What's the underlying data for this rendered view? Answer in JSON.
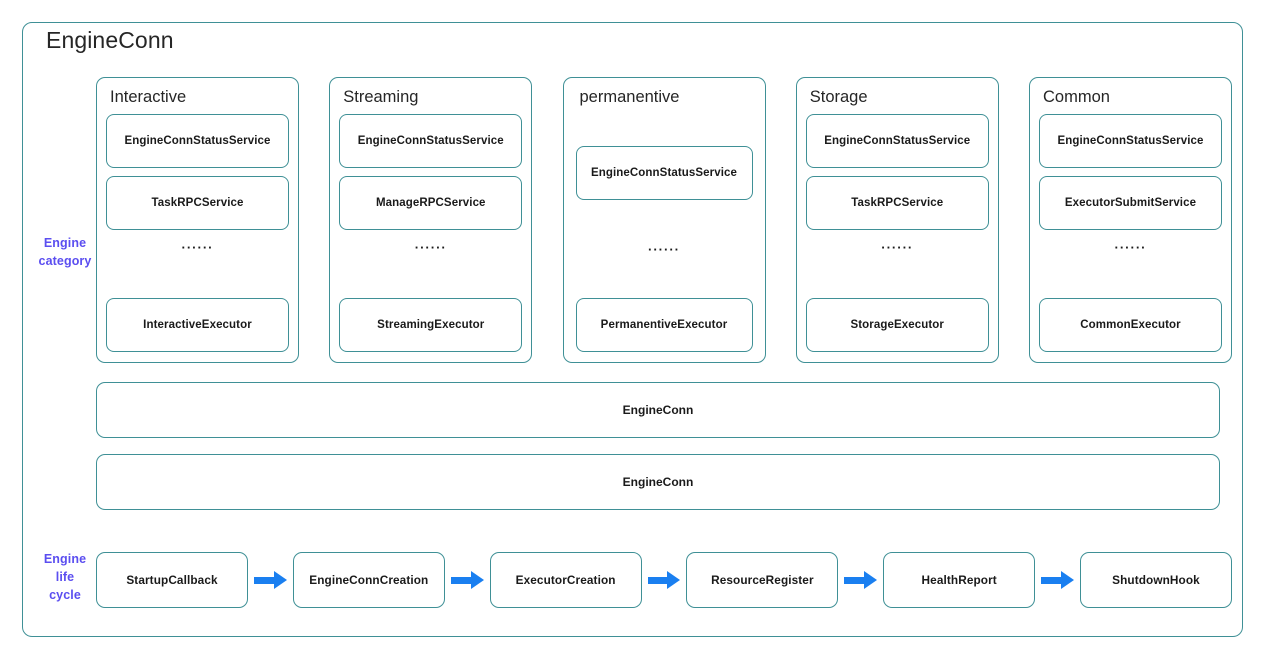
{
  "diagram": {
    "title": "EngineConn",
    "accent_border_color": "#3f9096",
    "arrow_color": "#1a7ff0",
    "label_color": "#5b4ef0",
    "ellipsis": "······"
  },
  "row_labels": {
    "engine_category": "Engine category",
    "engine_category_lines": [
      "Engine",
      "category"
    ],
    "engine_life_cycle": "Engine life cycle",
    "engine_life_cycle_lines": [
      "Engine",
      "life",
      "cycle"
    ]
  },
  "categories": [
    {
      "title": "Interactive",
      "items": [
        {
          "label": "EngineConnStatusService",
          "kind": "service"
        },
        {
          "label": "TaskRPCService",
          "kind": "service"
        },
        {
          "label": "······",
          "kind": "ellipsis"
        },
        {
          "label": "InteractiveExecutor",
          "kind": "executor"
        }
      ]
    },
    {
      "title": "Streaming",
      "items": [
        {
          "label": "EngineConnStatusService",
          "kind": "service"
        },
        {
          "label": "ManageRPCService",
          "kind": "service"
        },
        {
          "label": "······",
          "kind": "ellipsis"
        },
        {
          "label": "StreamingExecutor",
          "kind": "executor"
        }
      ]
    },
    {
      "title": "permanentive",
      "items": [
        {
          "label": "EngineConnStatusService",
          "kind": "service"
        },
        {
          "label": "······",
          "kind": "ellipsis"
        },
        {
          "label": "PermanentiveExecutor",
          "kind": "executor"
        }
      ]
    },
    {
      "title": "Storage",
      "items": [
        {
          "label": "EngineConnStatusService",
          "kind": "service"
        },
        {
          "label": "TaskRPCService",
          "kind": "service"
        },
        {
          "label": "······",
          "kind": "ellipsis"
        },
        {
          "label": "StorageExecutor",
          "kind": "executor"
        }
      ]
    },
    {
      "title": "Common",
      "items": [
        {
          "label": "EngineConnStatusService",
          "kind": "service"
        },
        {
          "label": "ExecutorSubmitService",
          "kind": "service"
        },
        {
          "label": "······",
          "kind": "ellipsis"
        },
        {
          "label": "CommonExecutor",
          "kind": "executor"
        }
      ]
    }
  ],
  "wide_bars": [
    {
      "label": "EngineConn"
    },
    {
      "label": "EngineConn"
    }
  ],
  "lifecycle": {
    "steps": [
      {
        "label": "StartupCallback"
      },
      {
        "label": "EngineConnCreation"
      },
      {
        "label": "ExecutorCreation"
      },
      {
        "label": "ResourceRegister"
      },
      {
        "label": "HealthReport"
      },
      {
        "label": "ShutdownHook"
      }
    ]
  }
}
